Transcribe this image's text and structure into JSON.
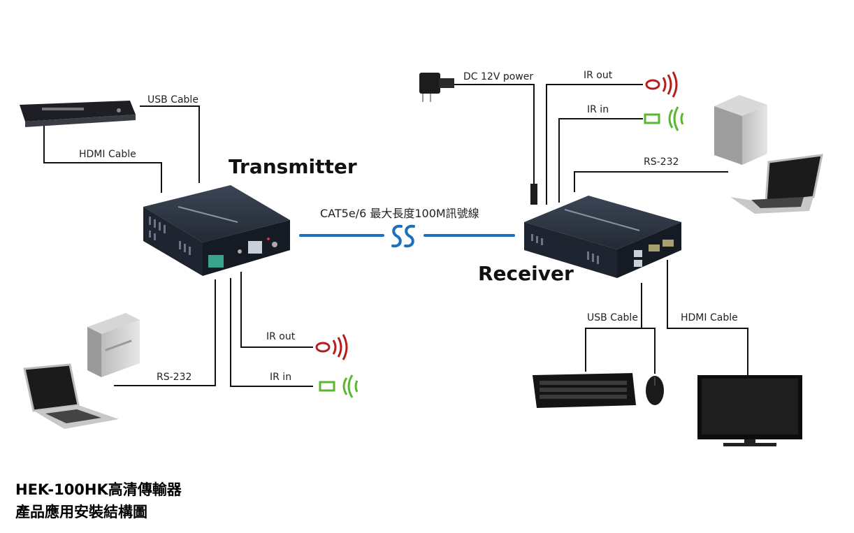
{
  "diagram": {
    "transmitter_title": "Transmitter",
    "receiver_title": "Receiver",
    "link_label": "CAT5e/6 最大長度100M訊號線",
    "transmitter_side": {
      "usb_label": "USB Cable",
      "hdmi_label": "HDMI Cable",
      "rs232_label": "RS-232",
      "ir_out_label": "IR out",
      "ir_in_label": "IR in"
    },
    "receiver_side": {
      "power_label": "DC 12V  power",
      "ir_out_label": "IR out",
      "ir_in_label": "IR in",
      "rs232_label": "RS-232",
      "usb_label": "USB Cable",
      "hdmi_label": "HDMI Cable"
    },
    "caption_line1": "HEK-100HK高清傳輸器",
    "caption_line2": "產品應用安裝結構圖",
    "colors": {
      "link_blue": "#1a6fc0",
      "ir_out_red": "#b31d1d",
      "ir_in_green": "#5ab531",
      "device_body": "#2b3340",
      "wire": "#111111"
    }
  }
}
